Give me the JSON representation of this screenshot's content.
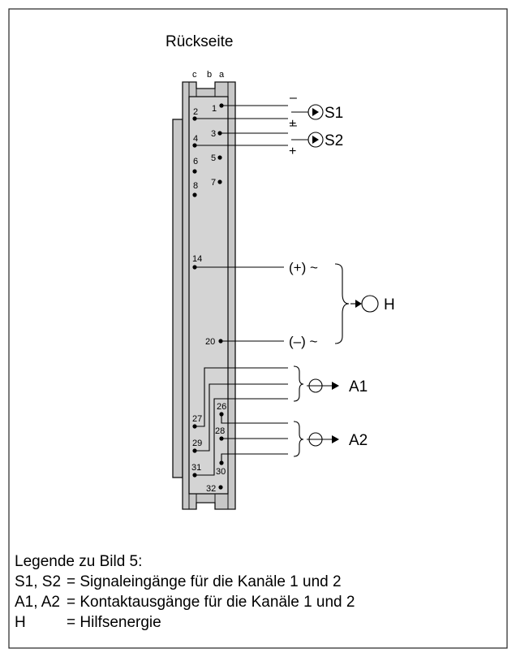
{
  "title": "Rückseite",
  "columns": [
    "c",
    "b",
    "a"
  ],
  "pins": {
    "p1": "1",
    "p2": "2",
    "p3": "3",
    "p4": "4",
    "p5": "5",
    "p6": "6",
    "p7": "7",
    "p8": "8",
    "p14": "14",
    "p20": "20",
    "p26": "26",
    "p27": "27",
    "p28": "28",
    "p29": "29",
    "p30": "30",
    "p31": "31",
    "p32": "32"
  },
  "signals": {
    "minus": "–",
    "plus": "+",
    "s1": "S1",
    "s2": "S2",
    "supply_plus": "(+) ~",
    "supply_minus": "(–) ~",
    "h": "H",
    "a1": "A1",
    "a2": "A2"
  },
  "legend": {
    "heading": "Legende zu Bild 5:",
    "rows": [
      {
        "key": "S1, S2",
        "desc": "= Signaleingänge für die Kanäle 1 und 2"
      },
      {
        "key": "A1, A2",
        "desc": "= Kontaktausgänge für die Kanäle 1 und 2"
      },
      {
        "key": "H",
        "desc": "= Hilfsenergie"
      }
    ]
  }
}
